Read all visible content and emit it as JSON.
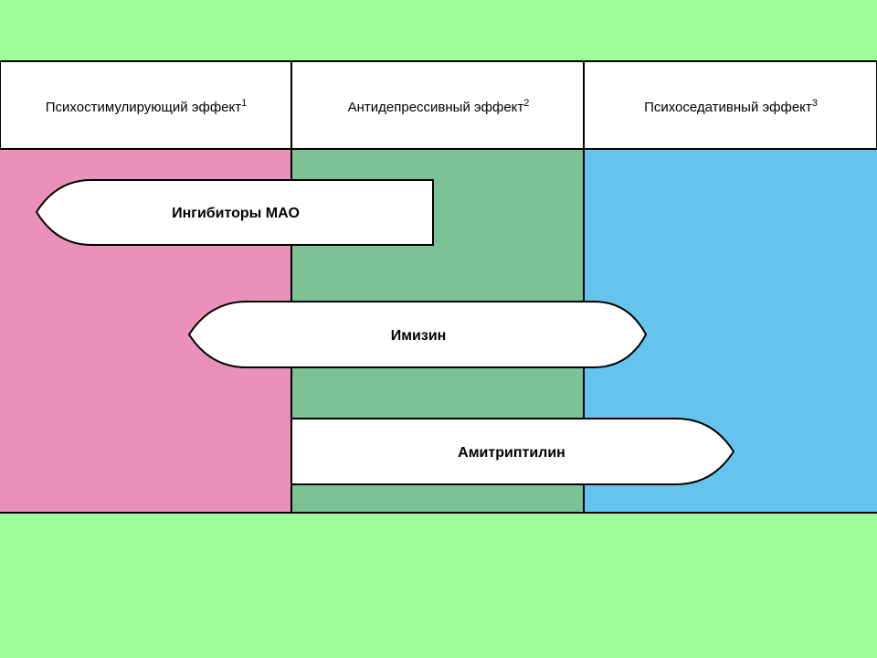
{
  "diagram": {
    "columns": [
      {
        "label": "Психостимулирующий эффект",
        "sup": "1",
        "color": "#ea91b9"
      },
      {
        "label": "Антидепрессивный эффект",
        "sup": "2",
        "color": "#7bc295"
      },
      {
        "label": "Психоседативный эффект",
        "sup": "3",
        "color": "#64c4ee"
      }
    ],
    "drugs": [
      {
        "label": "Ингибиторы МАО"
      },
      {
        "label": "Имизин"
      },
      {
        "label": "Амитриптилин"
      }
    ],
    "colors": {
      "background": "#a0fe9a",
      "header": "#ffffff",
      "arrow_fill": "#ffffff",
      "border": "#000000"
    }
  }
}
